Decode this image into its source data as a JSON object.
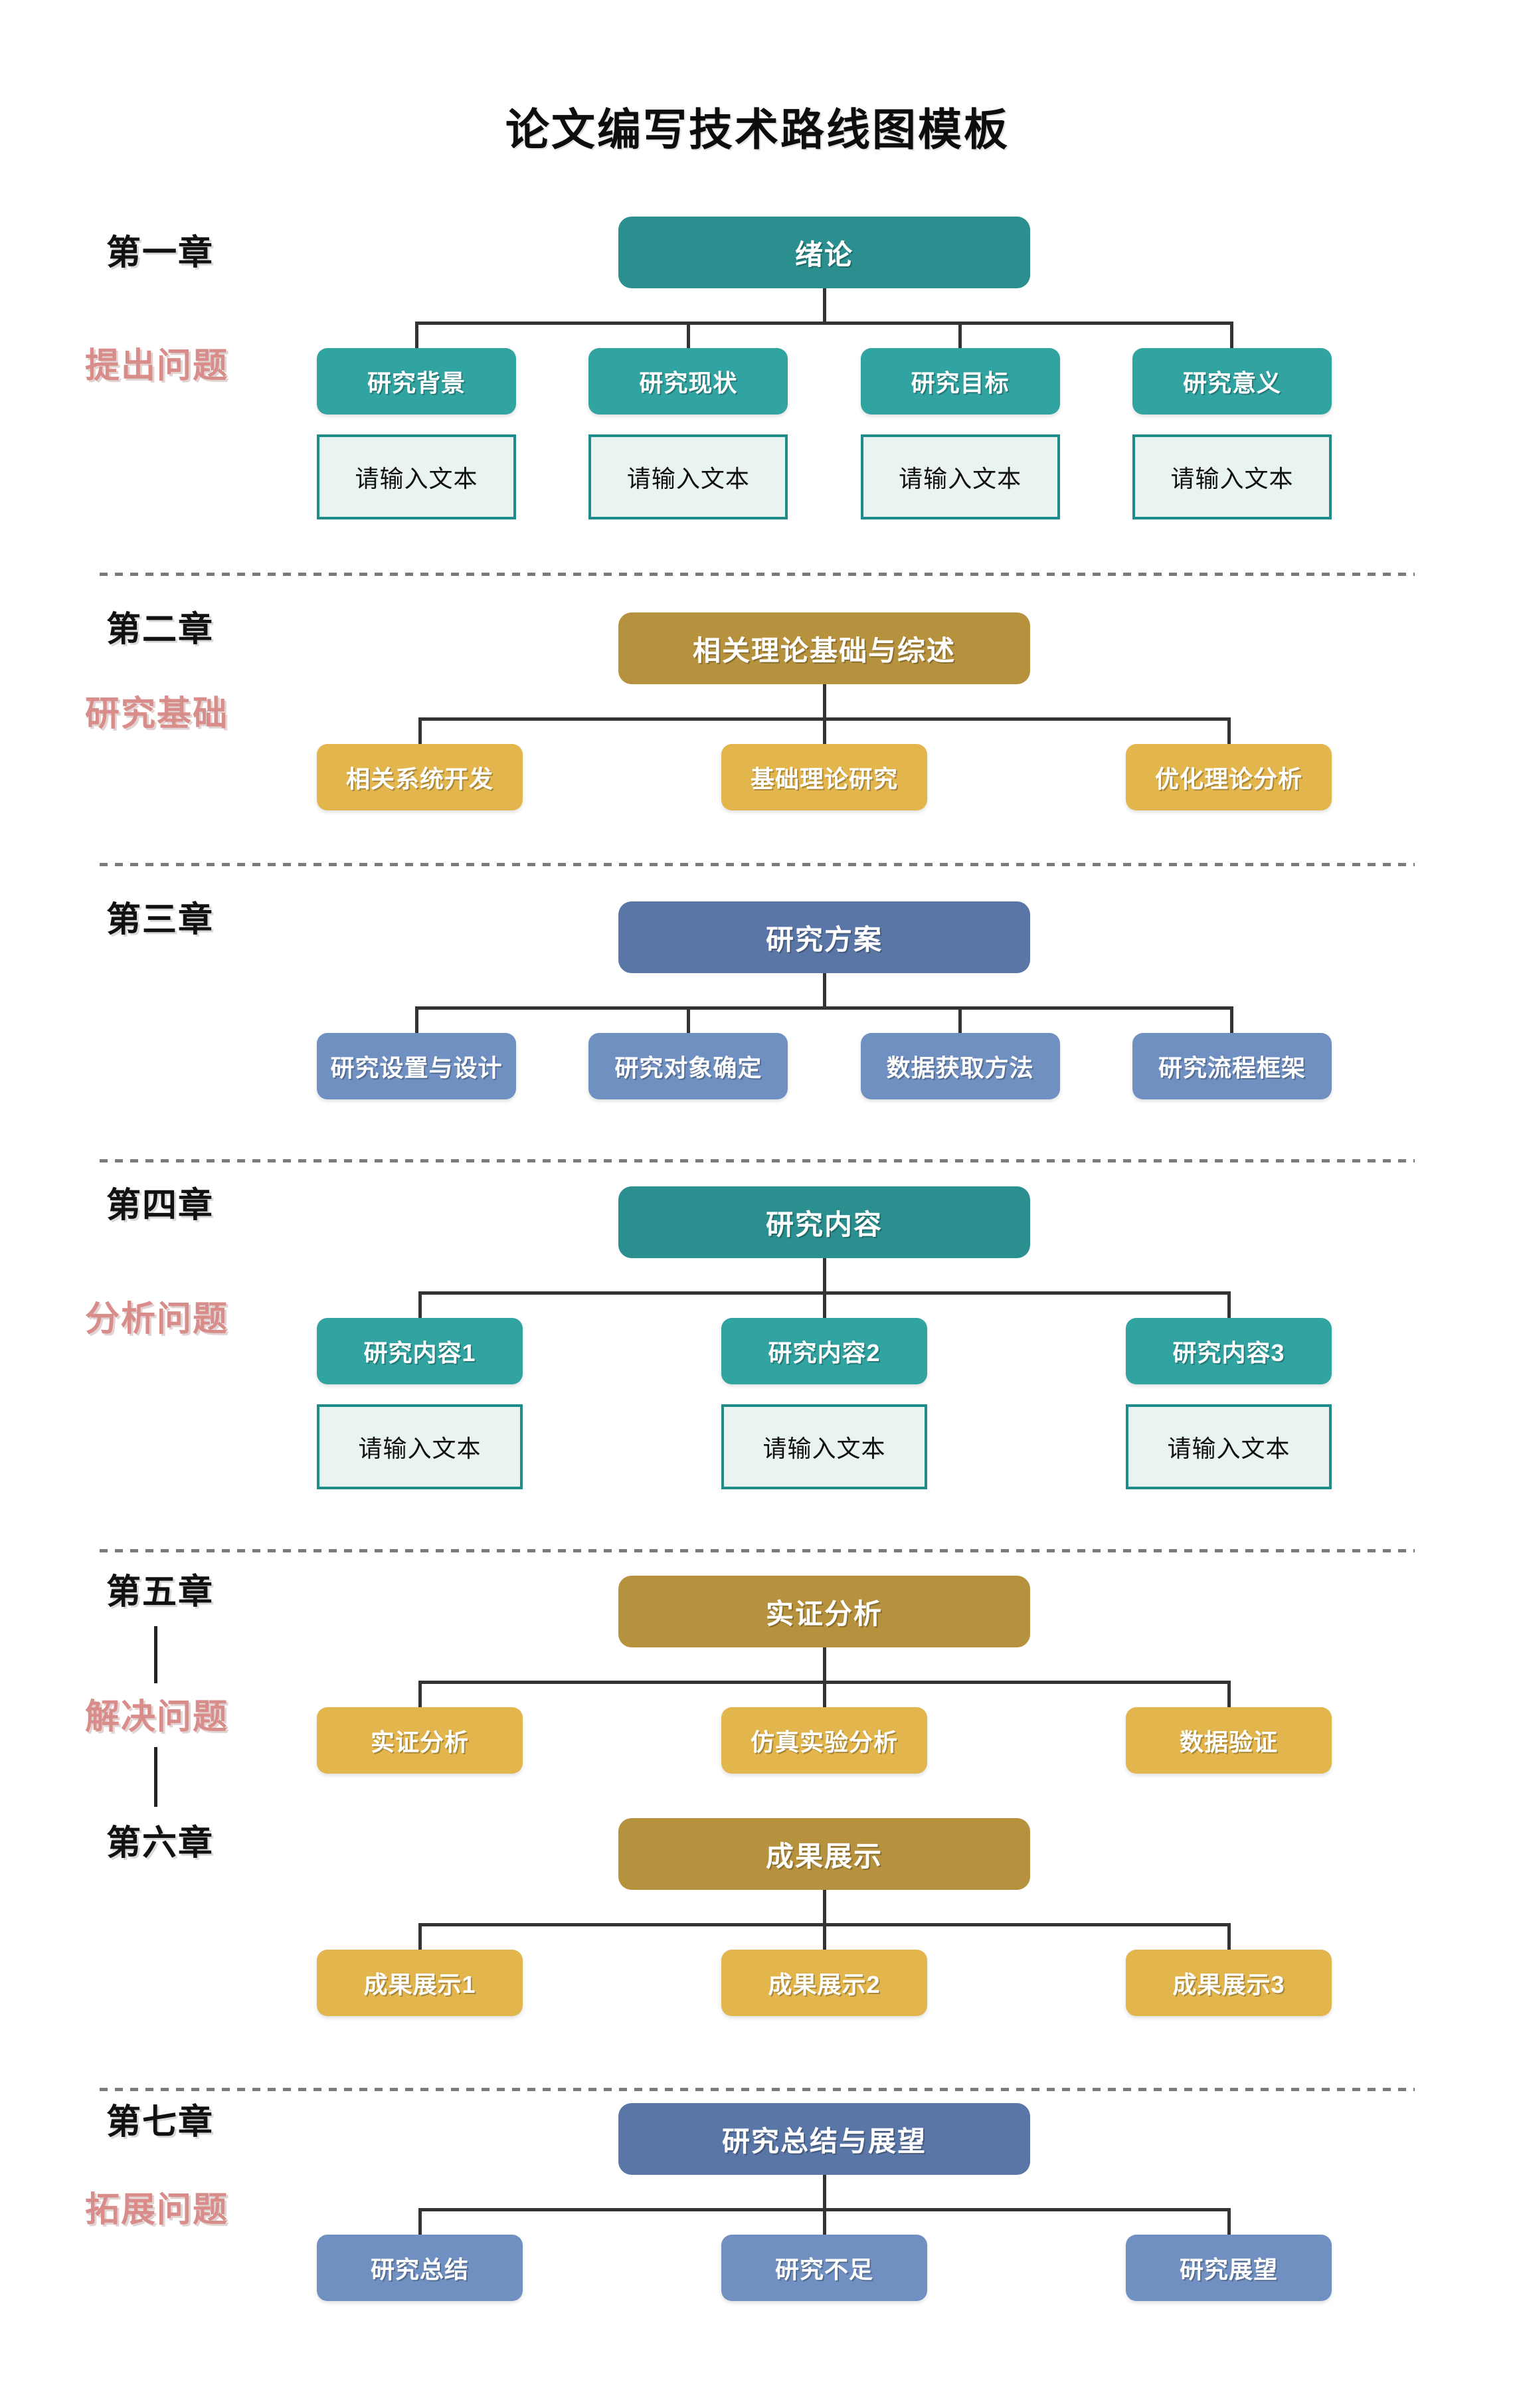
{
  "title": "论文编写技术路线图模板",
  "placeholder_text": "请输入文本",
  "colors": {
    "teal_main": "#2A8F8E",
    "teal_child": "#31A3A0",
    "gold_main": "#B6923E",
    "gold_child": "#E2B54D",
    "blue_main": "#5A76A6",
    "blue_child": "#7090C2",
    "accent_pink": "#D88D8A",
    "connector_line": "#333333",
    "textbox_bg": "#E9F3F2",
    "textbox_border": "#1E8C8A",
    "divider_gray": "#7B7B7B"
  },
  "sections": [
    {
      "chapter": "第一章",
      "phase": "提出问题",
      "root": "绪论",
      "theme": "teal",
      "children": [
        "研究背景",
        "研究现状",
        "研究目标",
        "研究意义"
      ],
      "textboxes": [
        "请输入文本",
        "请输入文本",
        "请输入文本",
        "请输入文本"
      ]
    },
    {
      "chapter": "第二章",
      "phase": "研究基础",
      "root": "相关理论基础与综述",
      "theme": "gold",
      "children": [
        "相关系统开发",
        "基础理论研究",
        "优化理论分析"
      ]
    },
    {
      "chapter": "第三章",
      "phase": null,
      "root": "研究方案",
      "theme": "blue",
      "children": [
        "研究设置与设计",
        "研究对象确定",
        "数据获取方法",
        "研究流程框架"
      ]
    },
    {
      "chapter": "第四章",
      "phase": "分析问题",
      "root": "研究内容",
      "theme": "teal",
      "children": [
        "研究内容1",
        "研究内容2",
        "研究内容3"
      ],
      "textboxes": [
        "请输入文本",
        "请输入文本",
        "请输入文本"
      ]
    },
    {
      "chapter": "第五章",
      "phase": "解决问题",
      "root": "实证分析",
      "theme": "gold",
      "children": [
        "实证分析",
        "仿真实验分析",
        "数据验证"
      ]
    },
    {
      "chapter": "第六章",
      "phase": null,
      "root": "成果展示",
      "theme": "gold",
      "children": [
        "成果展示1",
        "成果展示2",
        "成果展示3"
      ]
    },
    {
      "chapter": "第七章",
      "phase": "拓展问题",
      "root": "研究总结与展望",
      "theme": "blue",
      "children": [
        "研究总结",
        "研究不足",
        "研究展望"
      ]
    }
  ]
}
